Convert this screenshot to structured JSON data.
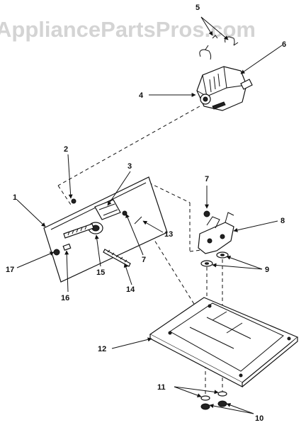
{
  "watermark": "AppliancePartsPros.com",
  "callouts": [
    {
      "id": "1",
      "label": "1"
    },
    {
      "id": "2",
      "label": "2"
    },
    {
      "id": "3",
      "label": "3"
    },
    {
      "id": "4",
      "label": "4"
    },
    {
      "id": "5",
      "label": "5"
    },
    {
      "id": "6",
      "label": "6"
    },
    {
      "id": "7a",
      "label": "7"
    },
    {
      "id": "7b",
      "label": "7"
    },
    {
      "id": "8",
      "label": "8"
    },
    {
      "id": "9",
      "label": "9"
    },
    {
      "id": "10",
      "label": "10"
    },
    {
      "id": "11",
      "label": "11"
    },
    {
      "id": "12",
      "label": "12"
    },
    {
      "id": "13",
      "label": "13"
    },
    {
      "id": "14",
      "label": "14"
    },
    {
      "id": "15",
      "label": "15"
    },
    {
      "id": "16",
      "label": "16"
    },
    {
      "id": "17",
      "label": "17"
    }
  ]
}
